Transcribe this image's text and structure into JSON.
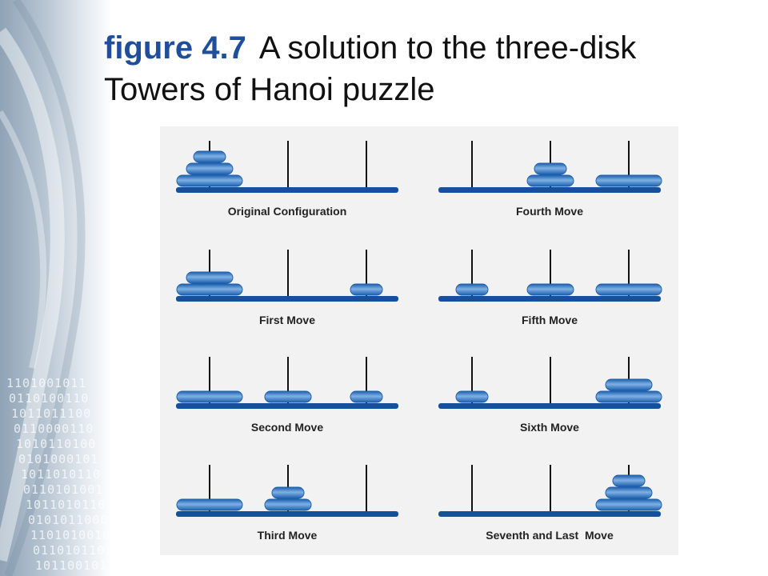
{
  "title": {
    "figure_label": "figure 4.7",
    "text_line1": "A solution to the three-disk",
    "text_line2": "Towers of Hanoi puzzle"
  },
  "background": {
    "binary_rows": [
      "1101001011",
      "0110100110",
      "1011011100",
      "0110000110",
      "1010110100",
      "0101000101",
      "1011010110",
      "0110101001",
      "1011010110",
      "0101011000",
      "1101010010",
      "0110101101",
      "1011001011"
    ]
  },
  "colors": {
    "disk": "#1d5fad",
    "disk_highlight": "#7fb0e4",
    "base": "#14509e",
    "peg": "#111111",
    "panel": "#f2f2f2"
  },
  "configurations": [
    {
      "caption": "Original Configuration",
      "pegs": [
        [
          3,
          2,
          1
        ],
        [],
        []
      ]
    },
    {
      "caption": "First Move",
      "pegs": [
        [
          3,
          2
        ],
        [],
        [
          1
        ]
      ]
    },
    {
      "caption": "Second Move",
      "pegs": [
        [
          3
        ],
        [
          2
        ],
        [
          1
        ]
      ]
    },
    {
      "caption": "Third Move",
      "pegs": [
        [
          3
        ],
        [
          2,
          1
        ],
        []
      ]
    },
    {
      "caption": "Fourth Move",
      "pegs": [
        [],
        [
          2,
          1
        ],
        [
          3
        ]
      ]
    },
    {
      "caption": "Fifth Move",
      "pegs": [
        [
          1
        ],
        [
          2
        ],
        [
          3
        ]
      ]
    },
    {
      "caption": "Sixth Move",
      "pegs": [
        [
          1
        ],
        [],
        [
          3,
          2
        ]
      ]
    },
    {
      "caption": "Seventh and Last  Move",
      "pegs": [
        [],
        [],
        [
          3,
          2,
          1
        ]
      ]
    }
  ]
}
